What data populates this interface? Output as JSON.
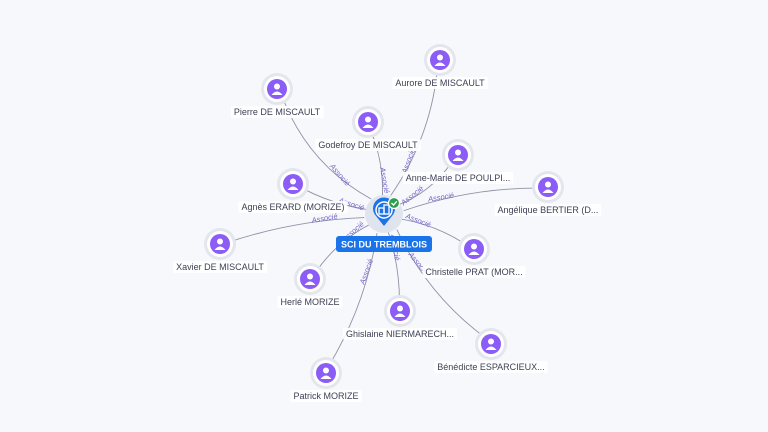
{
  "center": {
    "label": "SCI DU TREMBLOIS",
    "icon": "building-icon",
    "badge_icon": "check-icon",
    "accent_color": "#1a73e8",
    "badge_color": "#2e9e4f"
  },
  "edge_label": "Associé",
  "person_icon": "person-icon",
  "person_color": "#8b5cf6",
  "people": [
    {
      "label": "Aurore DE MISCAULT"
    },
    {
      "label": "Pierre DE MISCAULT"
    },
    {
      "label": "Godefroy DE MISCAULT"
    },
    {
      "label": "Anne-Marie DE POULPI..."
    },
    {
      "label": "Angélique BERTIER (D..."
    },
    {
      "label": "Agnès ERARD (MORIZE)"
    },
    {
      "label": "Xavier DE MISCAULT"
    },
    {
      "label": "Christelle PRAT (MOR..."
    },
    {
      "label": "Herlé MORIZE"
    },
    {
      "label": "Ghislaine NIERMARECH..."
    },
    {
      "label": "Bénédicte ESPARCIEUX..."
    },
    {
      "label": "Patrick MORIZE"
    }
  ]
}
